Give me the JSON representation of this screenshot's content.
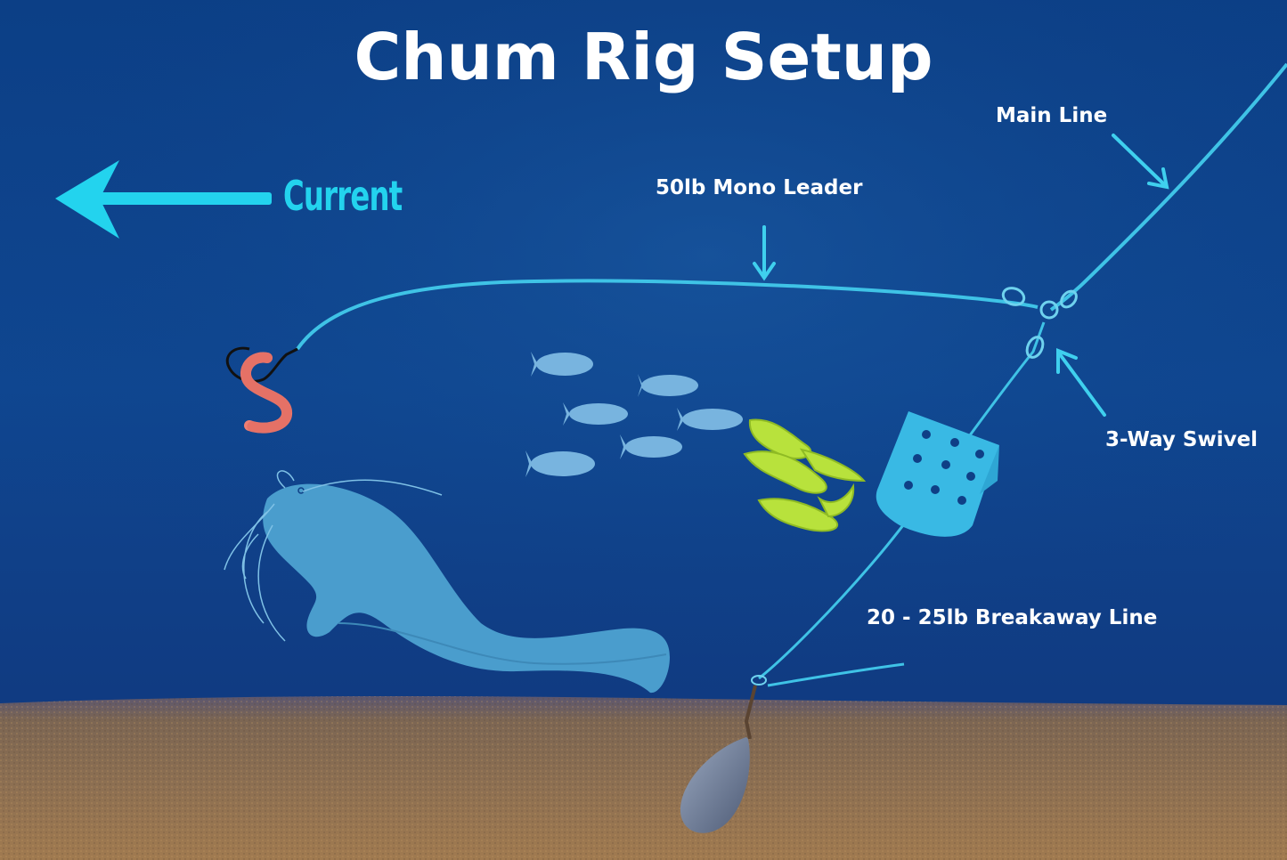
{
  "title": "Chum Rig Setup",
  "labels": {
    "current": "Current",
    "main_line": "Main Line",
    "mono_leader": "50lb Mono Leader",
    "three_way_swivel": "3-Way Swivel",
    "breakaway_line": "20 - 25lb Breakaway Line"
  },
  "colors": {
    "water_top": "#0c3f86",
    "water_bottom": "#11357a",
    "line": "#3fc3e6",
    "arrow": "#23d3ee",
    "label_text": "#ffffff",
    "worm": "#f07f73",
    "catfish": "#4a9dcd",
    "baitfish": "#78b4df",
    "chum": "#b8e23c",
    "chum_cage": "#39b9e4",
    "sinker": "#6e7f9c",
    "sand": "#8a6d4c"
  },
  "icons": [
    "current-arrow-icon",
    "hook-icon",
    "worm-icon",
    "catfish-icon",
    "baitfish-icon",
    "chum-icon",
    "chum-cage-icon",
    "swivel-icon",
    "sinker-icon"
  ]
}
